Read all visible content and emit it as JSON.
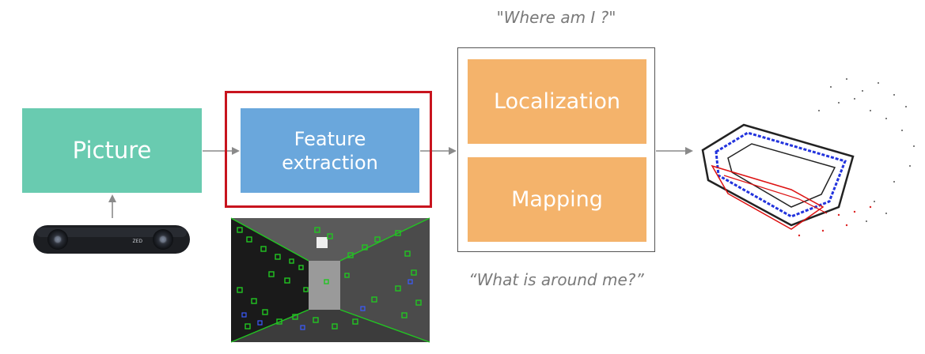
{
  "picture": {
    "label": "Picture"
  },
  "feature": {
    "label_line1": "Feature",
    "label_line2": "extraction"
  },
  "localization": {
    "label": "Localization"
  },
  "mapping": {
    "label": "Mapping"
  },
  "quotes": {
    "where": "\"Where am I ?\"",
    "around": "“What is around me?”"
  },
  "camera": {
    "brand": "ZED"
  },
  "colors": {
    "picture": "#69cbb0",
    "feature": "#6aa7dc",
    "slam": "#f4b36b",
    "highlight": "#c8141e",
    "arrow": "#8a8a8a"
  }
}
